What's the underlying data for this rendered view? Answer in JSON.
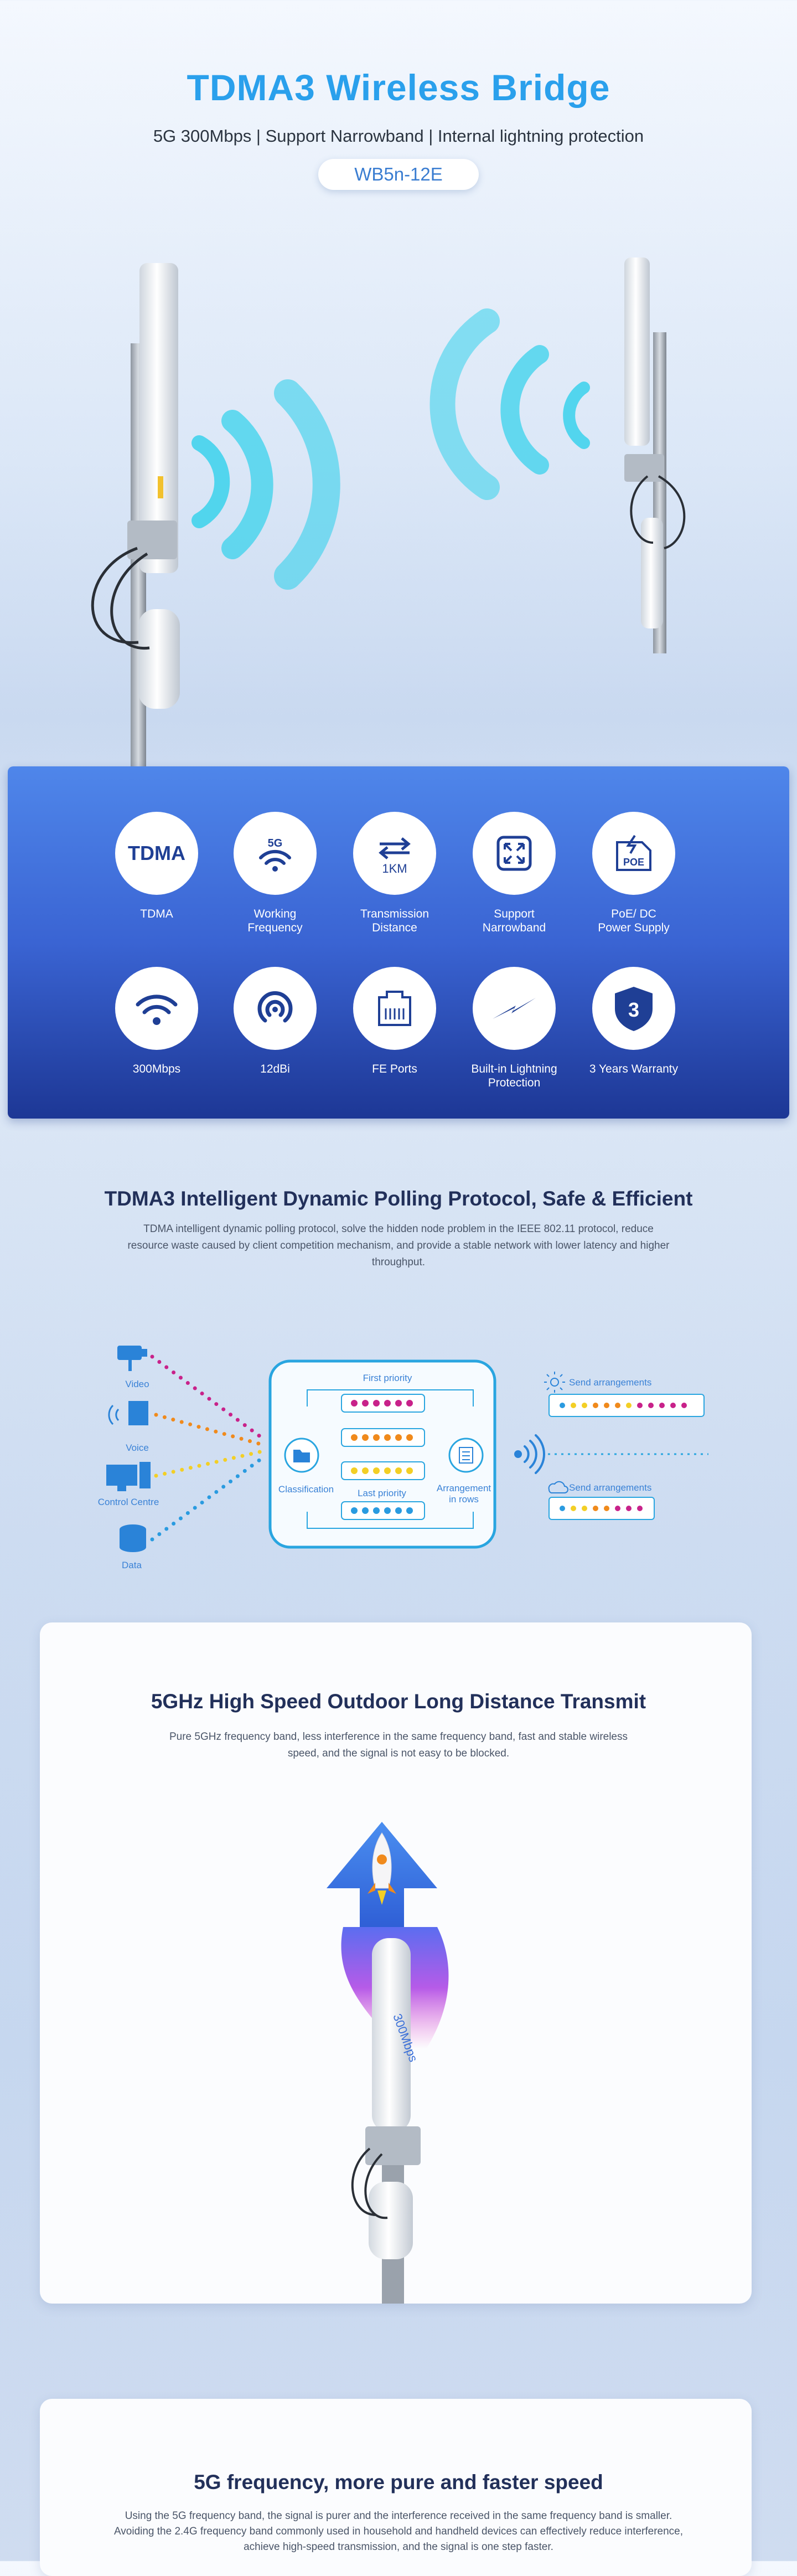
{
  "hero": {
    "title": "TDMA3 Wireless Bridge",
    "subtitle": "5G 300Mbps | Support Narrowband | Internal lightning protection",
    "model": "WB5n-12E"
  },
  "features": [
    {
      "label": "TDMA",
      "icon": "tdma-text-icon",
      "icon_text": "TDMA"
    },
    {
      "label": "Working\nFrequency",
      "icon": "5g-wifi-icon",
      "icon_text": "5G"
    },
    {
      "label": "Transmission\nDistance",
      "icon": "distance-arrows-icon",
      "icon_text": "1KM"
    },
    {
      "label": "Support\nNarrowband",
      "icon": "narrowband-icon",
      "icon_text": ""
    },
    {
      "label": "PoE/ DC\nPower Supply",
      "icon": "poe-icon",
      "icon_text": "POE"
    },
    {
      "label": "300Mbps",
      "icon": "wifi-icon",
      "icon_text": ""
    },
    {
      "label": "12dBi",
      "icon": "antenna-gain-icon",
      "icon_text": ""
    },
    {
      "label": "FE Ports",
      "icon": "ethernet-port-icon",
      "icon_text": ""
    },
    {
      "label": "Built-in Lightning\nProtection",
      "icon": "lightning-icon",
      "icon_text": ""
    },
    {
      "label": "3 Years Warranty",
      "icon": "warranty-shield-icon",
      "icon_text": "3"
    }
  ],
  "polling": {
    "title": "TDMA3 Intelligent Dynamic Polling Protocol, Safe & Efficient",
    "body": "TDMA intelligent dynamic polling protocol, solve the hidden node problem in the IEEE 802.11 protocol, reduce resource waste caused by client competition mechanism, and provide a stable network with lower latency and higher throughput.",
    "sources": [
      "Video",
      "Voice",
      "Control Centre",
      "Data"
    ],
    "first_priority": "First priority",
    "last_priority": "Last priority",
    "classification": "Classification",
    "arrangement": "Arrangement\nin rows",
    "send1": "Send arrangements",
    "send2": "Send arrangements"
  },
  "speed": {
    "title": "5GHz High Speed Outdoor Long Distance Transmit",
    "body": "Pure 5GHz frequency band, less interference in the same frequency band, fast and stable wireless speed, and the signal is not easy to be blocked.",
    "rocket_text": "300Mbps"
  },
  "freq": {
    "title": "5G frequency, more pure and faster speed",
    "body": "Using the 5G frequency band, the signal is purer and the interference received in the same frequency band is smaller. Avoiding the 2.4G frequency band commonly used in household and handheld devices can effectively reduce interference, achieve high-speed transmission, and the signal is one step faster."
  },
  "colors": {
    "accent": "#2aa0ec",
    "panel_top": "#4f86ea",
    "panel_bottom": "#1d3795",
    "dot_magenta": "#c8228a",
    "dot_orange": "#f08a1c",
    "dot_yellow": "#f3cf25",
    "dot_blue": "#2a9be0"
  }
}
